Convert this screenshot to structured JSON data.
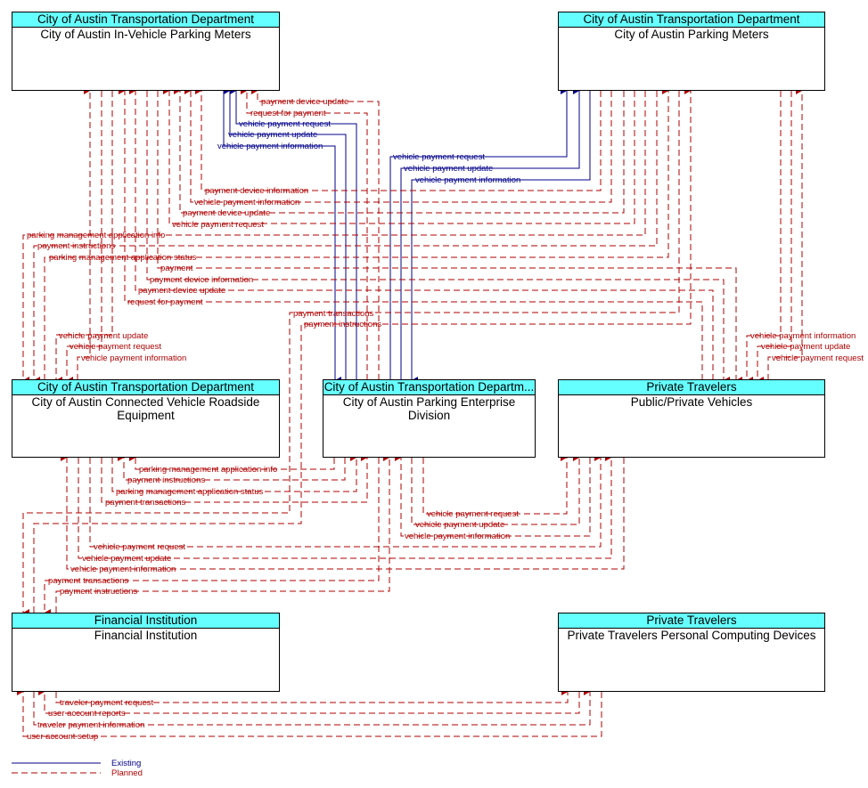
{
  "nodes": {
    "invehicle": {
      "header": "City of Austin Transportation Department",
      "title": "City of Austin In-Vehicle Parking Meters"
    },
    "meters": {
      "header": "City of Austin Transportation Department",
      "title": "City of Austin Parking Meters"
    },
    "cvre": {
      "header": "City of Austin Transportation Department",
      "title": "City of Austin Connected Vehicle Roadside Equipment"
    },
    "enterprise": {
      "header": "City of Austin Transportation Departm...",
      "title": "City of Austin Parking Enterprise Division"
    },
    "vehicles": {
      "header": "Private Travelers",
      "title": "Public/Private Vehicles"
    },
    "financial": {
      "header": "Financial Institution",
      "title": "Financial Institution"
    },
    "pcd": {
      "header": "Private Travelers",
      "title": "Private Travelers Personal Computing Devices"
    }
  },
  "flows": {
    "f1": "payment device update",
    "f2": "request for payment",
    "f3": "vehicle payment request",
    "f4": "vehicle payment update",
    "f5": "vehicle payment information",
    "f6": "vehicle payment request",
    "f7": "vehicle payment update",
    "f8": "vehicle payment information",
    "f9": "payment device information",
    "f10": "vehicle payment information",
    "f11": "payment device update",
    "f12": "vehicle payment request",
    "f13": "parking management application info",
    "f14": "payment instructions",
    "f15": "parking management application status",
    "f16": "payment",
    "f17": "payment device information",
    "f18": "payment device update",
    "f19": "request for payment",
    "f20": "payment transactions",
    "f21": "payment instructions",
    "f22": "vehicle payment update",
    "f23": "vehicle payment request",
    "f24": "vehicle payment information",
    "f25": "vehicle payment information",
    "f26": "vehicle payment update",
    "f27": "vehicle payment request",
    "f28": "parking management application info",
    "f29": "payment instructions",
    "f30": "parking management application status",
    "f31": "payment transactions",
    "f32": "vehicle payment request",
    "f33": "vehicle payment update",
    "f34": "vehicle payment information",
    "f35": "vehicle payment request",
    "f36": "vehicle payment update",
    "f37": "vehicle payment information",
    "f38": "payment transactions",
    "f39": "payment instructions",
    "f40": "traveler payment request",
    "f41": "user account reports",
    "f42": "traveler payment information",
    "f43": "user account setup"
  },
  "legend": {
    "existing": "Existing",
    "planned": "Planned"
  },
  "colors": {
    "existing": "#00008b",
    "planned": "#b00000",
    "header": "#66ffff"
  }
}
